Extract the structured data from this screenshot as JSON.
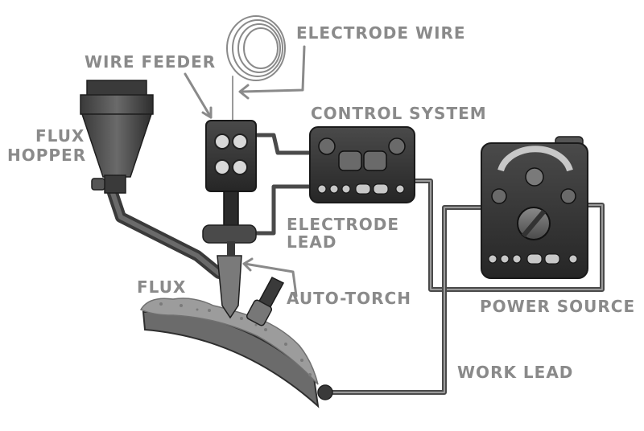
{
  "labels": {
    "electrode_wire": "ELECTRODE WIRE",
    "wire_feeder": "WIRE FEEDER",
    "control_system": "CONTROL SYSTEM",
    "flux_hopper_line1": "FLUX",
    "flux_hopper_line2": "HOPPER",
    "electrode_lead_line1": "ELECTRODE",
    "electrode_lead_line2": "LEAD",
    "flux": "FLUX",
    "auto_torch": "AUTO-TORCH",
    "power_source": "POWER SOURCE",
    "work_lead": "WORK LEAD"
  },
  "colors": {
    "label": "#8a8a8a",
    "device_dark": "#2e2e2e",
    "device_mid": "#555555",
    "cable": "#4a4a4a",
    "cable_light": "#9a9a9a",
    "workpiece": "#6b6b6b",
    "flux_bed": "#9c9c9c"
  }
}
